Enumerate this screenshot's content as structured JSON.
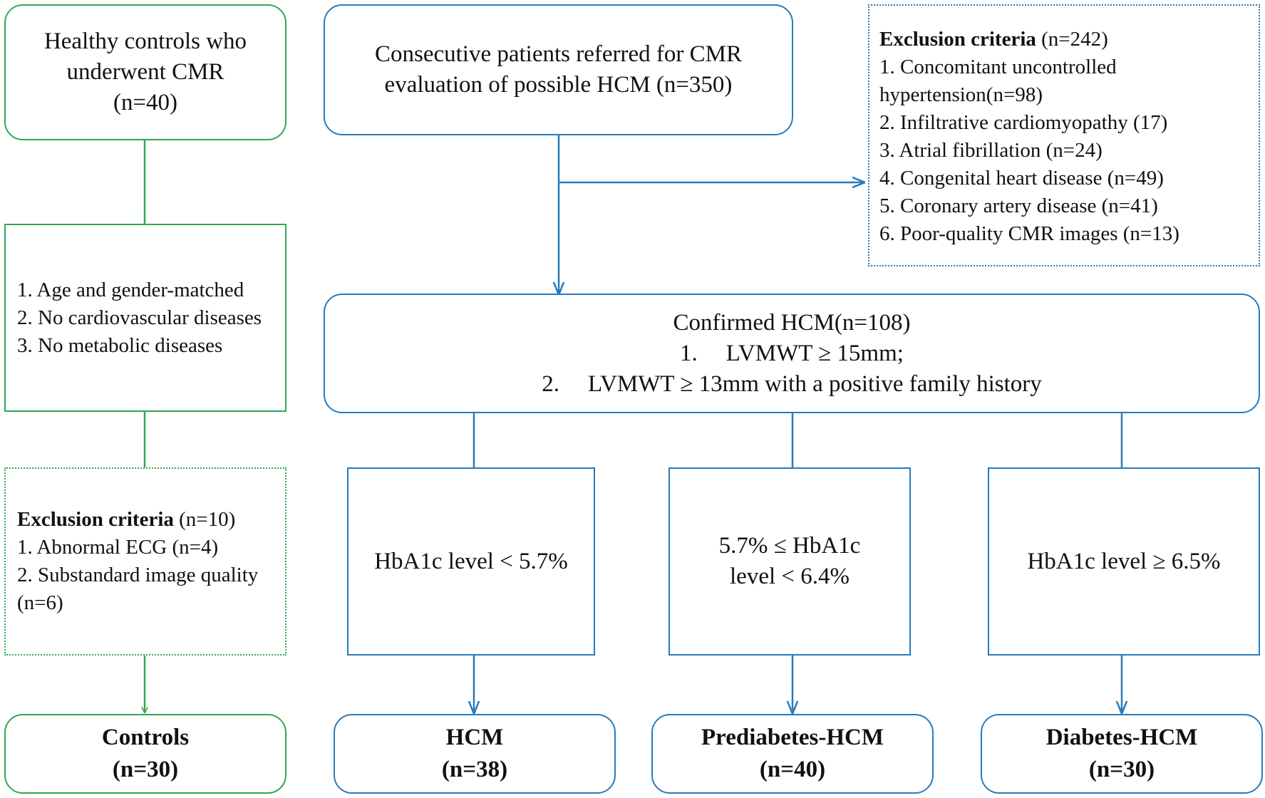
{
  "controls_branch": {
    "healthy_controls": [
      "Healthy controls who",
      "underwent CMR",
      "(n=40)"
    ],
    "inclusion_items": [
      "1. Age and gender-matched",
      "2. No cardiovascular diseases",
      "3. No metabolic diseases"
    ],
    "exclusion_title": "Exclusion criteria",
    "exclusion_count": "(n=10)",
    "exclusion_items": [
      "1. Abnormal ECG (n=4)",
      "2. Substandard image quality (n=6)"
    ],
    "result_title": "Controls",
    "result_count": "(n=30)"
  },
  "patients_branch": {
    "referred": [
      "Consecutive patients referred for CMR",
      "evaluation of possible HCM (n=350)"
    ],
    "exclusion_title": "Exclusion criteria",
    "exclusion_count": "(n=242)",
    "exclusion_items": [
      "1. Concomitant uncontrolled hypertension(n=98)",
      "2. Infiltrative cardiomyopathy (17)",
      "3. Atrial fibrillation (n=24)",
      "4. Congenital heart disease (n=49)",
      "5. Coronary artery disease (n=41)",
      "6. Poor-quality CMR images (n=13)"
    ],
    "confirmed_title": "Confirmed HCM(n=108)",
    "confirmed_criteria": [
      {
        "num": "1.",
        "text": "LVMWT ≥ 15mm;"
      },
      {
        "num": "2.",
        "text": "LVMWT ≥ 13mm with a positive family history"
      }
    ]
  },
  "groups": [
    {
      "criterion": [
        "HbA1c level < 5.7%"
      ],
      "title": "HCM",
      "count": "(n=38)"
    },
    {
      "criterion": [
        "5.7% ≤ HbA1c",
        "level < 6.4%"
      ],
      "title": "Prediabetes-HCM",
      "count": "(n=40)"
    },
    {
      "criterion": [
        "HbA1c level ≥ 6.5%"
      ],
      "title": "Diabetes-HCM",
      "count": "(n=30)"
    }
  ],
  "colors": {
    "green": "#2fa84f",
    "blue": "#2a7ab8"
  }
}
